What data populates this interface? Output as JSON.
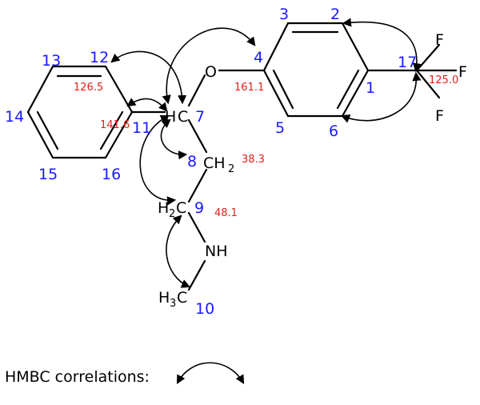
{
  "atoms": {
    "O": "O",
    "F_top": "F",
    "F_right": "F",
    "F_bottom": "F",
    "HC_H": "H",
    "HC_C": "C",
    "CH2_C": "CH",
    "CH2_sub": "2",
    "H2C_H": "H",
    "H2C_sub": "2",
    "H2C_C": "C",
    "NH": "NH",
    "H3C_H": "H",
    "H3C_sub": "3",
    "H3C_C": "C"
  },
  "atom_numbers": {
    "n1": "1",
    "n2": "2",
    "n3": "3",
    "n4": "4",
    "n5": "5",
    "n6": "6",
    "n7": "7",
    "n8": "8",
    "n9": "9",
    "n10": "10",
    "n11": "11",
    "n12": "12",
    "n13": "13",
    "n14": "14",
    "n15": "15",
    "n16": "16",
    "n17": "17"
  },
  "chemical_shifts": {
    "c4": "161.1",
    "c17": "125.0",
    "c12": "126.5",
    "c11": "141.6",
    "c8": "38.3",
    "c9": "48.1"
  },
  "legend": {
    "label": "HMBC correlations:"
  },
  "colors": {
    "atom_number": "#1a1aff",
    "shift": "#e0201c",
    "bond": "#000000"
  }
}
